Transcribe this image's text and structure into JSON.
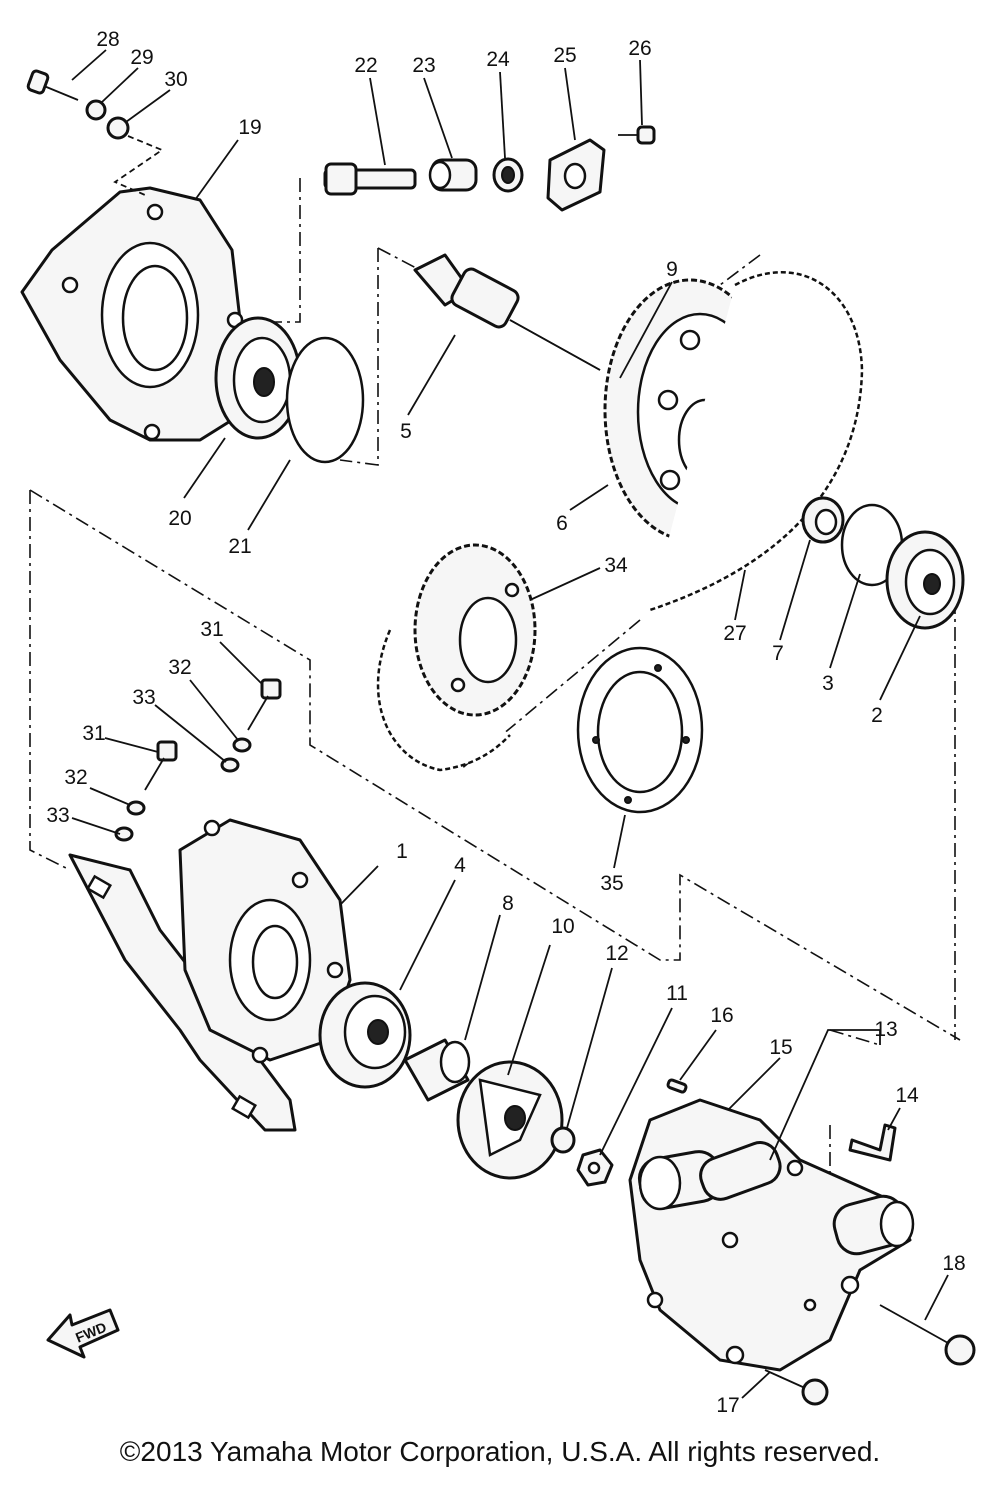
{
  "labels": {
    "l1": "1",
    "l2": "2",
    "l3": "3",
    "l4": "4",
    "l5": "5",
    "l6": "6",
    "l7": "7",
    "l8": "8",
    "l9": "9",
    "l10": "10",
    "l11": "11",
    "l12": "12",
    "l13": "13",
    "l14": "14",
    "l15": "15",
    "l16": "16",
    "l17": "17",
    "l18": "18",
    "l19": "19",
    "l20": "20",
    "l21": "21",
    "l22": "22",
    "l23": "23",
    "l24": "24",
    "l25": "25",
    "l26": "26",
    "l27": "27",
    "l28": "28",
    "l29": "29",
    "l30": "30",
    "l31a": "31",
    "l31b": "31",
    "l32a": "32",
    "l32b": "32",
    "l33a": "33",
    "l33b": "33",
    "l34": "34",
    "l35": "35"
  },
  "fwd_label": "FWD",
  "copyright": "©2013 Yamaha Motor Corporation, U.S.A. All rights reserved."
}
